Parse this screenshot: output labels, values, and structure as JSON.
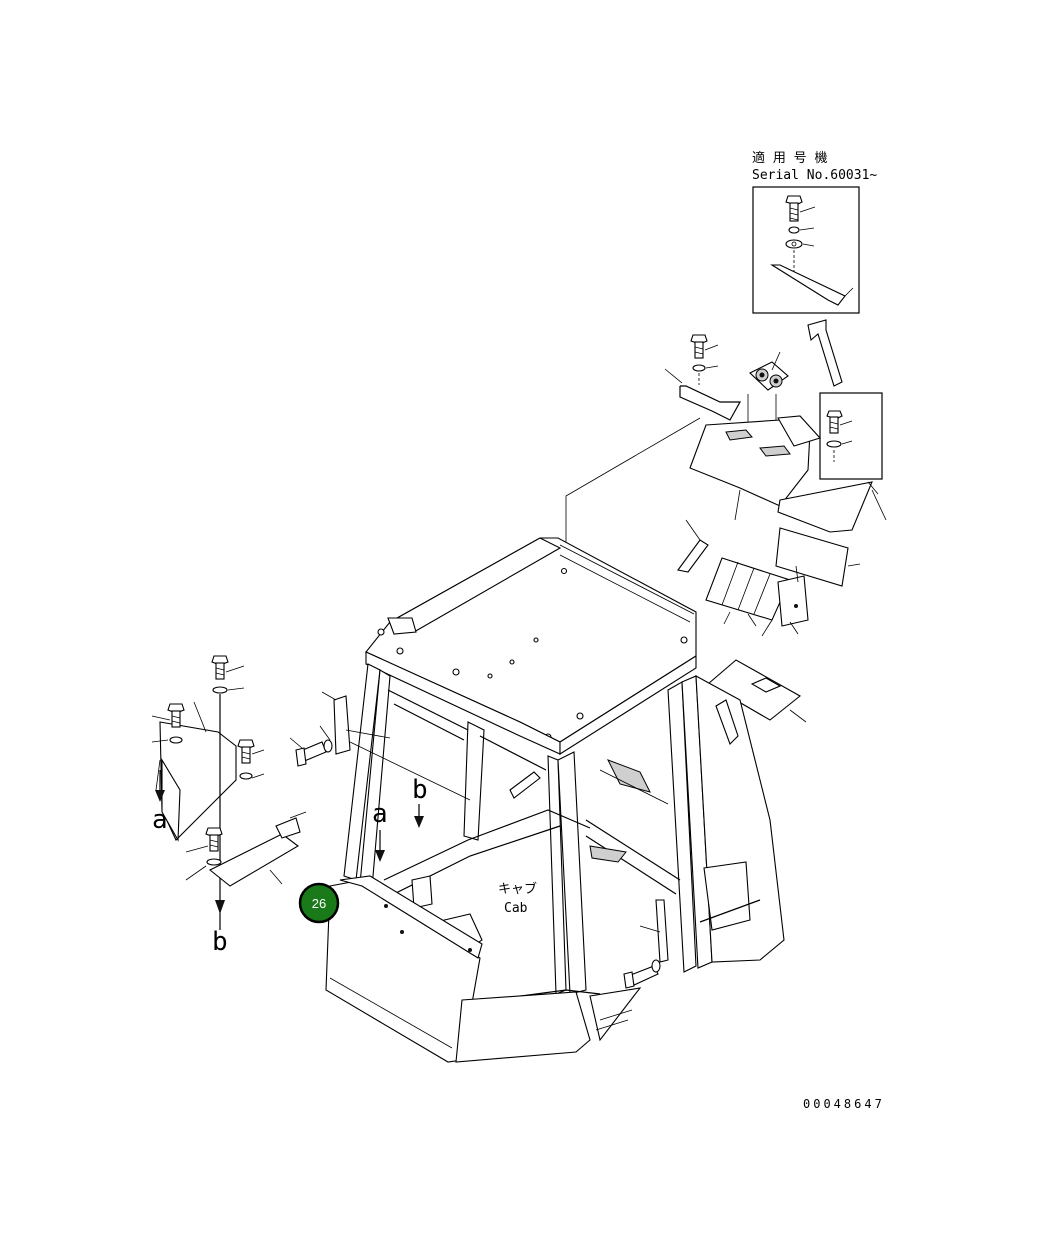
{
  "applicability": {
    "title": "適 用 号 機",
    "serial": "Serial No.60031~"
  },
  "cab_label": {
    "jp": "キャブ",
    "en": "Cab"
  },
  "view_letters": {
    "a_left": "a",
    "b_left": "b",
    "a_center": "a",
    "b_center": "b"
  },
  "callout": {
    "number": "26",
    "color": "#1a7a1a"
  },
  "drawing_number": "00048647"
}
